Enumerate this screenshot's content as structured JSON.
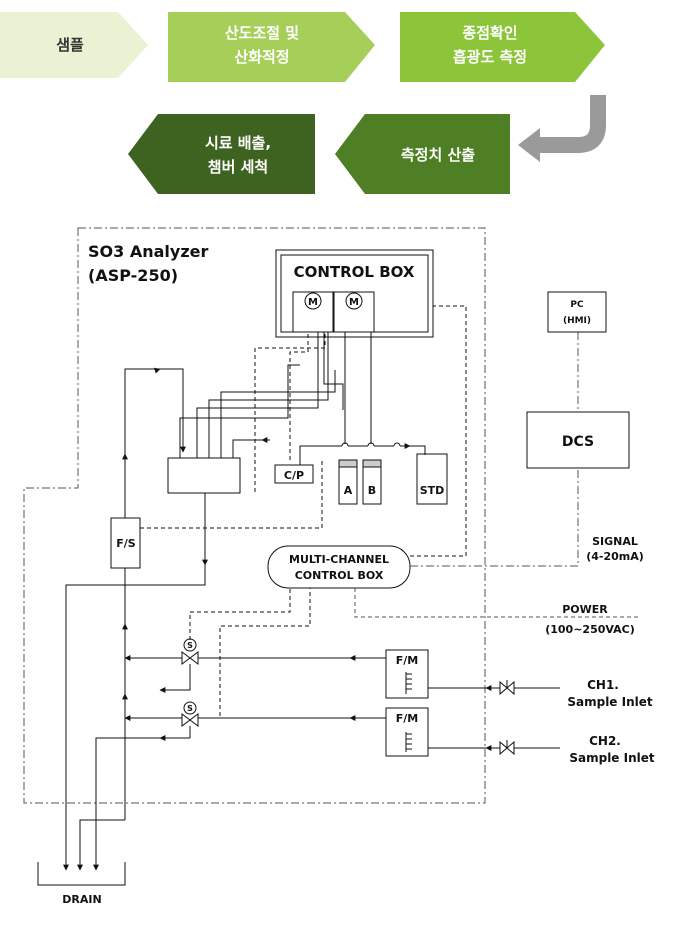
{
  "flow": {
    "step1": "샘플",
    "step2": [
      "산도조절 및",
      "산화적정"
    ],
    "step3": [
      "종점확인",
      "흡광도 측정"
    ],
    "step4": "측정치 산출",
    "step5": [
      "시료 배출,",
      "챔버 세척"
    ]
  },
  "colors": {
    "step1": "#e9f3d4",
    "step2": "#a6cf59",
    "step3": "#8cc53a",
    "step4": "#4e7f24",
    "step5": "#3e6220",
    "return_arrow": "#9a9a9a"
  },
  "diagram": {
    "analyzer_title": "SO3 Analyzer",
    "analyzer_model": "(ASP-250)",
    "control_box": "CONTROL BOX",
    "motor_symbol": "M",
    "cp": "C/P",
    "reagent_a": "A",
    "reagent_b": "B",
    "std": "STD",
    "fs": "F/S",
    "multi_channel_line1": "MULTI-CHANNEL",
    "multi_channel_line2": "CONTROL BOX",
    "pc_line1": "PC",
    "pc_line2": "(HMI)",
    "dcs": "DCS",
    "signal_line1": "SIGNAL",
    "signal_line2": "(4-20mA)",
    "power_line1": "POWER",
    "power_line2": "(100~250VAC)",
    "fm": "F/M",
    "solenoid_symbol": "S",
    "ch1_line1": "CH1.",
    "ch1_line2": "Sample Inlet",
    "ch2_line1": "CH2.",
    "ch2_line2": "Sample Inlet",
    "drain": "DRAIN"
  }
}
